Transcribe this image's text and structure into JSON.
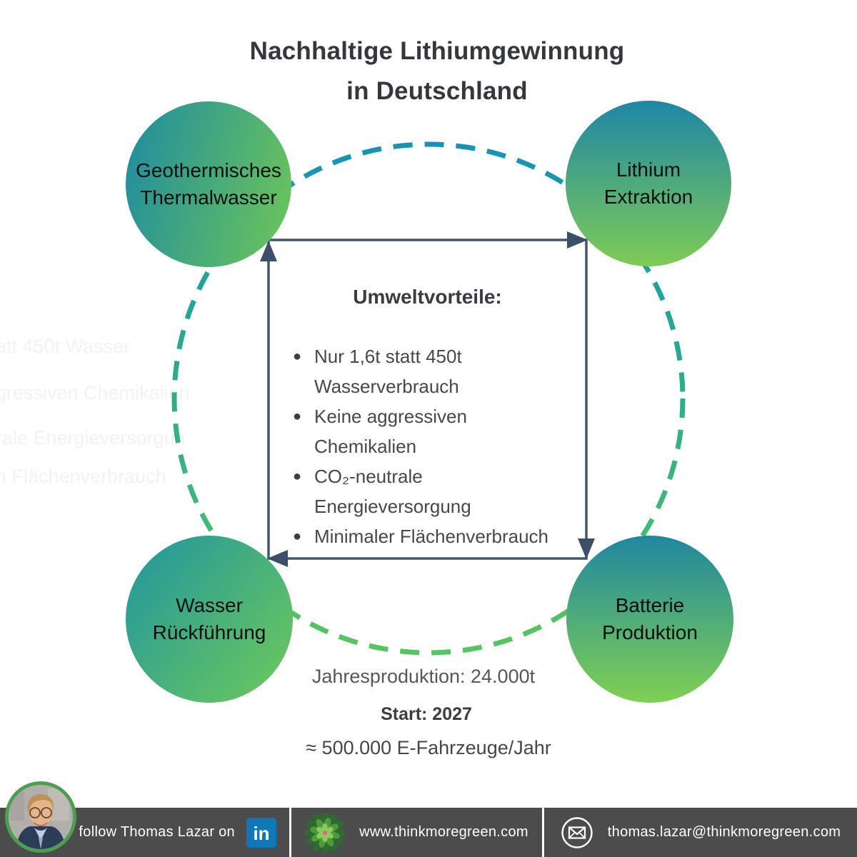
{
  "title": {
    "line1": "Nachhaltige Lithiumgewinnung",
    "line2": "in Deutschland"
  },
  "nodes": {
    "top_left": {
      "line1": "Geothermisches",
      "line2": "Thermalwasser"
    },
    "top_right": {
      "line1": "Lithium",
      "line2": "Extraktion"
    },
    "bottom_left": {
      "line1": "Wasser",
      "line2": "Rückführung"
    },
    "bottom_right": {
      "line1": "Batterie",
      "line2": "Produktion"
    }
  },
  "benefits": {
    "heading": "Umweltvorteile:",
    "items": [
      {
        "line1": "Nur 1,6t statt 450t",
        "line2": "Wasserverbrauch"
      },
      {
        "line1": "Keine aggressiven",
        "line2": "Chemikalien"
      },
      {
        "line1": "CO₂-neutrale",
        "line2": "Energieversorgung"
      },
      {
        "line1": "Minimaler Flächenverbrauch",
        "line2": ""
      }
    ]
  },
  "stats": {
    "production": "Jahresproduktion: 24.000t",
    "start": "Start: 2027",
    "vehicles": "≈ 500.000 E-Fahrzeuge/Jahr"
  },
  "ghost_lines": {
    "l1": "att 450t Wasser",
    "l2": "gressiven Chemikalien",
    "l3": "rale Energieversorgun",
    "l4": "n Flächenverbrauch"
  },
  "footer": {
    "follow_text": "follow Thomas Lazar on",
    "linkedin_label": "in",
    "website": "www.thinkmoregreen.com",
    "email": "thomas.lazar@thinkmoregreen.com"
  },
  "colors": {
    "node_teal": "#1e8ba1",
    "node_green": "#7ecb55",
    "dash_teal": "#1693b6",
    "dash_green": "#57c55f",
    "arrow": "#43566e",
    "footer_bg": "#4c4c4c",
    "linkedin_blue": "#1277b5",
    "avatar_ring_green": "#4ba04e",
    "title_text": "#34373c"
  }
}
